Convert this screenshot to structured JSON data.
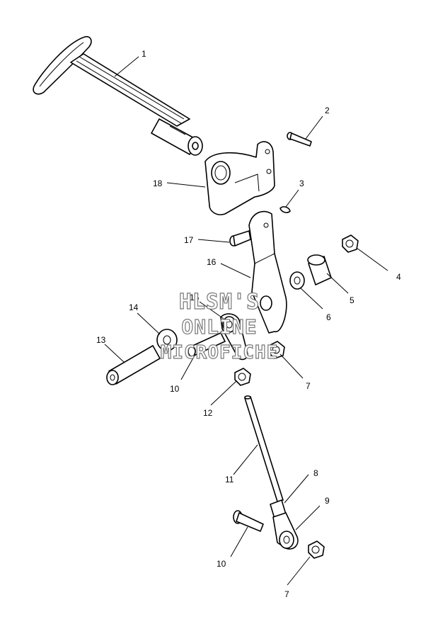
{
  "watermark": {
    "line1": "HLSM'S",
    "line2": "ONLINE",
    "line3": "MICROFICHE"
  },
  "callouts": [
    {
      "id": "c1",
      "text": "1"
    },
    {
      "id": "c2",
      "text": "2"
    },
    {
      "id": "c3",
      "text": "3"
    },
    {
      "id": "c4",
      "text": "4"
    },
    {
      "id": "c5",
      "text": "5"
    },
    {
      "id": "c6",
      "text": "6"
    },
    {
      "id": "c7a",
      "text": "7"
    },
    {
      "id": "c7b",
      "text": "7"
    },
    {
      "id": "c8",
      "text": "8"
    },
    {
      "id": "c9",
      "text": "9"
    },
    {
      "id": "c10a",
      "text": "10"
    },
    {
      "id": "c10b",
      "text": "10"
    },
    {
      "id": "c11",
      "text": "11"
    },
    {
      "id": "c12",
      "text": "12"
    },
    {
      "id": "c13",
      "text": "13"
    },
    {
      "id": "c14",
      "text": "14"
    },
    {
      "id": "c15",
      "text": "15"
    },
    {
      "id": "c16",
      "text": "16"
    },
    {
      "id": "c17",
      "text": "17"
    },
    {
      "id": "c18",
      "text": "18"
    }
  ]
}
